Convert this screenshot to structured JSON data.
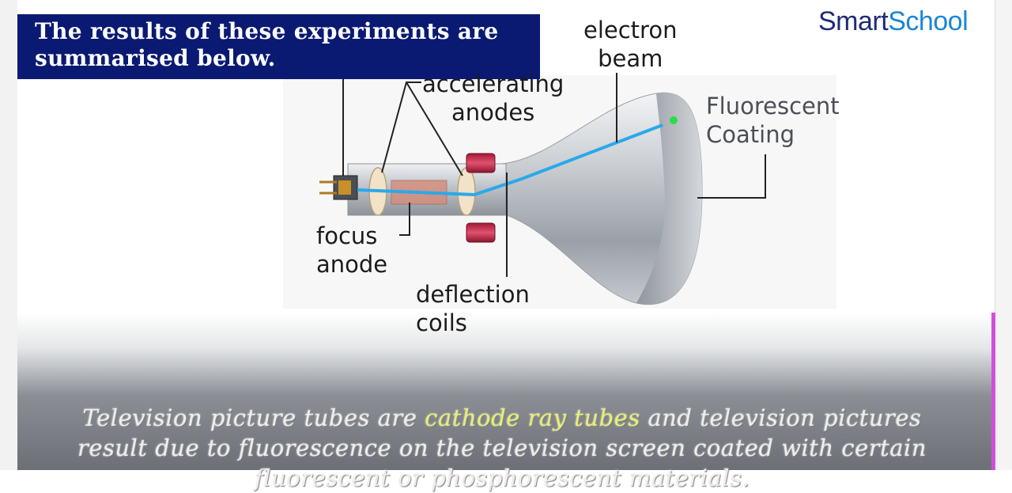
{
  "header": {
    "title": "The results of these experiments are\nsummarised below."
  },
  "brand": {
    "part1": "Smart",
    "part2": "School"
  },
  "diagram": {
    "labels": {
      "electron_beam": "electron\nbeam",
      "accelerating_anodes": "accelerating\nanodes",
      "fluorescent_coating": "Fluorescent\nCoating",
      "focus_anode": "focus\nanode",
      "deflection_coils": "deflection\ncoils"
    }
  },
  "caption": {
    "before": "Television picture tubes are ",
    "highlight": "cathode ray tubes",
    "after": " and television pictures result due to fluorescence on the television screen coated with certain fluorescent or phosphorescent materials."
  },
  "colors": {
    "banner": "#0a1a73",
    "beam": "#2aa9e8",
    "brand_dark": "#1f2a78",
    "brand_light": "#1b86d6",
    "highlight": "#e9ef6e",
    "accent_bar": "#d24fd8"
  }
}
